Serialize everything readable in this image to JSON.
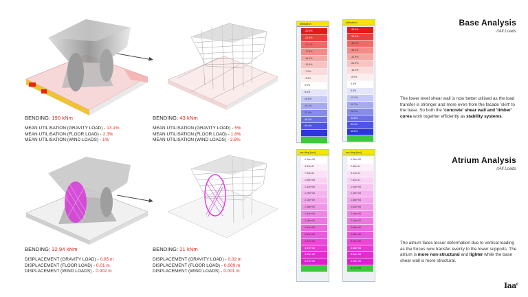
{
  "base": {
    "title": "Base Analysis",
    "subtitle": "//All Loads",
    "paragraph": {
      "p1": "The lower level shear wall is now better utilised as the load transfer is stronger and more even from the facade 'skirt' to the base. So both the ",
      "b1": "'concrete' shear wall and 'timber' cores",
      "p2": " work together efficiently as ",
      "b2": "stability systems",
      "p3": "."
    },
    "left": {
      "bending_label": "BENDING:",
      "bending_value": "190 kNm",
      "lines": [
        {
          "label": "MEAN UTILISATION (GRAVITY LOAD) - ",
          "value": "13.1%"
        },
        {
          "label": "MEAN UTILISATION (FLOOR LOAD) - ",
          "value": "2.3%"
        },
        {
          "label": "MEAN UTILISATION (WIND LOADS) - ",
          "value": "1%"
        }
      ]
    },
    "right": {
      "bending_label": "BENDING:",
      "bending_value": "43 kNm",
      "lines": [
        {
          "label": "MEAN UTILISATION (GRAVITY LOAD) - ",
          "value": "5%"
        },
        {
          "label": "MEAN UTILISATION (FLOOR LOAD) - ",
          "value": "1.8%"
        },
        {
          "label": "MEAN UTILISATION (WIND LOADS) - ",
          "value": "2.8%"
        }
      ]
    },
    "legend_left": {
      "title": "utilisation",
      "rows": [
        "-20.0%",
        "-24.9%",
        "-21.1%",
        "-17.8%",
        "-14.1%",
        "-10.6%",
        "-7.0%",
        "-3.3%",
        "0.0%",
        "6.6%",
        "16.8%",
        "26.1%",
        "37.0%",
        "46.2%",
        "55.4%",
        "",
        ""
      ],
      "colors": [
        "#e31a1a",
        "#e8403c",
        "#ee6a66",
        "#f28c88",
        "#f5a9a6",
        "#f8c3c1",
        "#fbdcdb",
        "#fdeeee",
        "#ffffff",
        "#e4e5fb",
        "#c6c8f6",
        "#a7aaf1",
        "#878bec",
        "#6b70e8",
        "#4e54e3",
        "#2f35de",
        "#40c640"
      ]
    },
    "legend_right": {
      "title": "utilisation",
      "rows": [
        "-33.6%",
        "-37.5%",
        "-42.0%",
        "-36.9%",
        "-31.9%",
        "-24.0%",
        "-16.0%",
        "-8.0%",
        "0.0%",
        "6.6%",
        "13.1%",
        "19.7%",
        "26.3%",
        "32.8%",
        "39.4%",
        "46.0%",
        ""
      ],
      "colors": [
        "#e31a1a",
        "#e8403c",
        "#ee6a66",
        "#f28c88",
        "#f5a9a6",
        "#f8c3c1",
        "#fbdcdb",
        "#fdeeee",
        "#ffffff",
        "#e4e5fb",
        "#c6c8f6",
        "#a7aaf1",
        "#878bec",
        "#6b70e8",
        "#4e54e3",
        "#2f35de",
        "#40c640"
      ]
    }
  },
  "atrium": {
    "title": "Atrium Analysis",
    "subtitle": "//All Loads",
    "paragraph": {
      "p1": "The atrium faces lesser deformation due to vertical loading as the forces now transfer evenly to the lower supports. The atrium is ",
      "b1": "more non-structural",
      "p2": " and ",
      "b2": "lighter",
      "p3": " while the base shear wall is more structural."
    },
    "left": {
      "bending_label": "BENDING:",
      "bending_value": "32.94 kNm",
      "lines": [
        {
          "label": "DISPLACEMENT (GRAVITY LOAD) - ",
          "value": "0.05 m"
        },
        {
          "label": "DISPLACEMENT (FLOOR LOAD) - ",
          "value": "0.01 m"
        },
        {
          "label": "DISPLACEMENT (WIND LOADS) - ",
          "value": "0.002 m"
        }
      ]
    },
    "right": {
      "bending_label": "BENDING:",
      "bending_value": "21 kNm",
      "lines": [
        {
          "label": "DISPLACEMENT (GRAVITY LOAD) - ",
          "value": "0.02 m"
        },
        {
          "label": "DISPLACEMENT (FLOOR LOAD) - ",
          "value": "0.009 m"
        },
        {
          "label": "DISPLACEMENT (WIND LOADS) - ",
          "value": "0.001 m"
        }
      ]
    },
    "legend_left": {
      "title": "res.disp.[cm]",
      "rows": [
        "0.00e+00",
        "3.51e-01",
        "7.03e-01",
        "1.05e+00",
        "1.41e+00",
        "1.76e+00",
        "2.11e+00",
        "2.46e+00",
        "2.81e+00",
        "3.16e+00",
        "3.51e+00",
        "3.87e+00",
        "4.22e+00",
        "4.57e+00",
        "4.92e+00",
        "5.27e+00",
        ""
      ],
      "colors": [
        "#ffffff",
        "#fdf0fb",
        "#fbe1f8",
        "#f9d2f4",
        "#f7c3f1",
        "#f5b3ee",
        "#f3a4ea",
        "#f195e7",
        "#ef86e4",
        "#ed77e0",
        "#eb68dd",
        "#e959da",
        "#e74ad6",
        "#e53bd3",
        "#e32ccf",
        "#e11dcc",
        "#40c640"
      ]
    },
    "legend_right": {
      "title": "res.disp.[cm]",
      "rows": [
        "0.00e+00",
        "2.60e-01",
        "5.21e-01",
        "7.81e-01",
        "1.04e+00",
        "1.30e+00",
        "1.56e+00",
        "1.82e+00",
        "2.08e+00",
        "2.34e+00",
        "2.60e+00",
        "2.86e+00",
        "3.12e+00",
        "3.38e+00",
        "3.64e+00",
        "3.90e+00",
        "4.17e+00"
      ],
      "colors": [
        "#ffffff",
        "#fdf0fb",
        "#fbe1f8",
        "#f9d2f4",
        "#f7c3f1",
        "#f5b3ee",
        "#f3a4ea",
        "#f195e7",
        "#ef86e4",
        "#ed77e0",
        "#eb68dd",
        "#e959da",
        "#e74ad6",
        "#e53bd3",
        "#e32ccf",
        "#e11dcc",
        "#40c640"
      ]
    }
  },
  "logo": {
    "main": "Iaa",
    "sup": "c"
  }
}
